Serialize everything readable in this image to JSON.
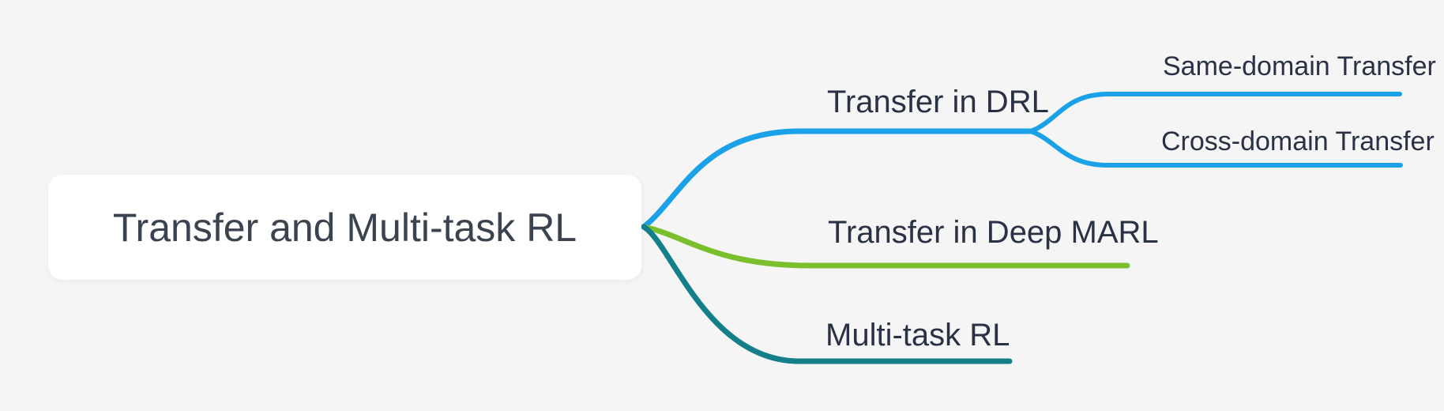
{
  "root": {
    "label": "Transfer and Multi-task RL"
  },
  "branches": [
    {
      "label": "Transfer in DRL",
      "color": "#1aa1e8",
      "children": [
        {
          "label": "Same-domain Transfer"
        },
        {
          "label": "Cross-domain Transfer"
        }
      ]
    },
    {
      "label": "Transfer in Deep MARL",
      "color": "#7ac02c",
      "children": []
    },
    {
      "label": "Multi-task RL",
      "color": "#157f89",
      "children": []
    }
  ],
  "colors": {
    "background": "#f5f5f6",
    "root_box": "#ffffff",
    "root_text": "#3c4350",
    "label_text": "#2b3145"
  }
}
